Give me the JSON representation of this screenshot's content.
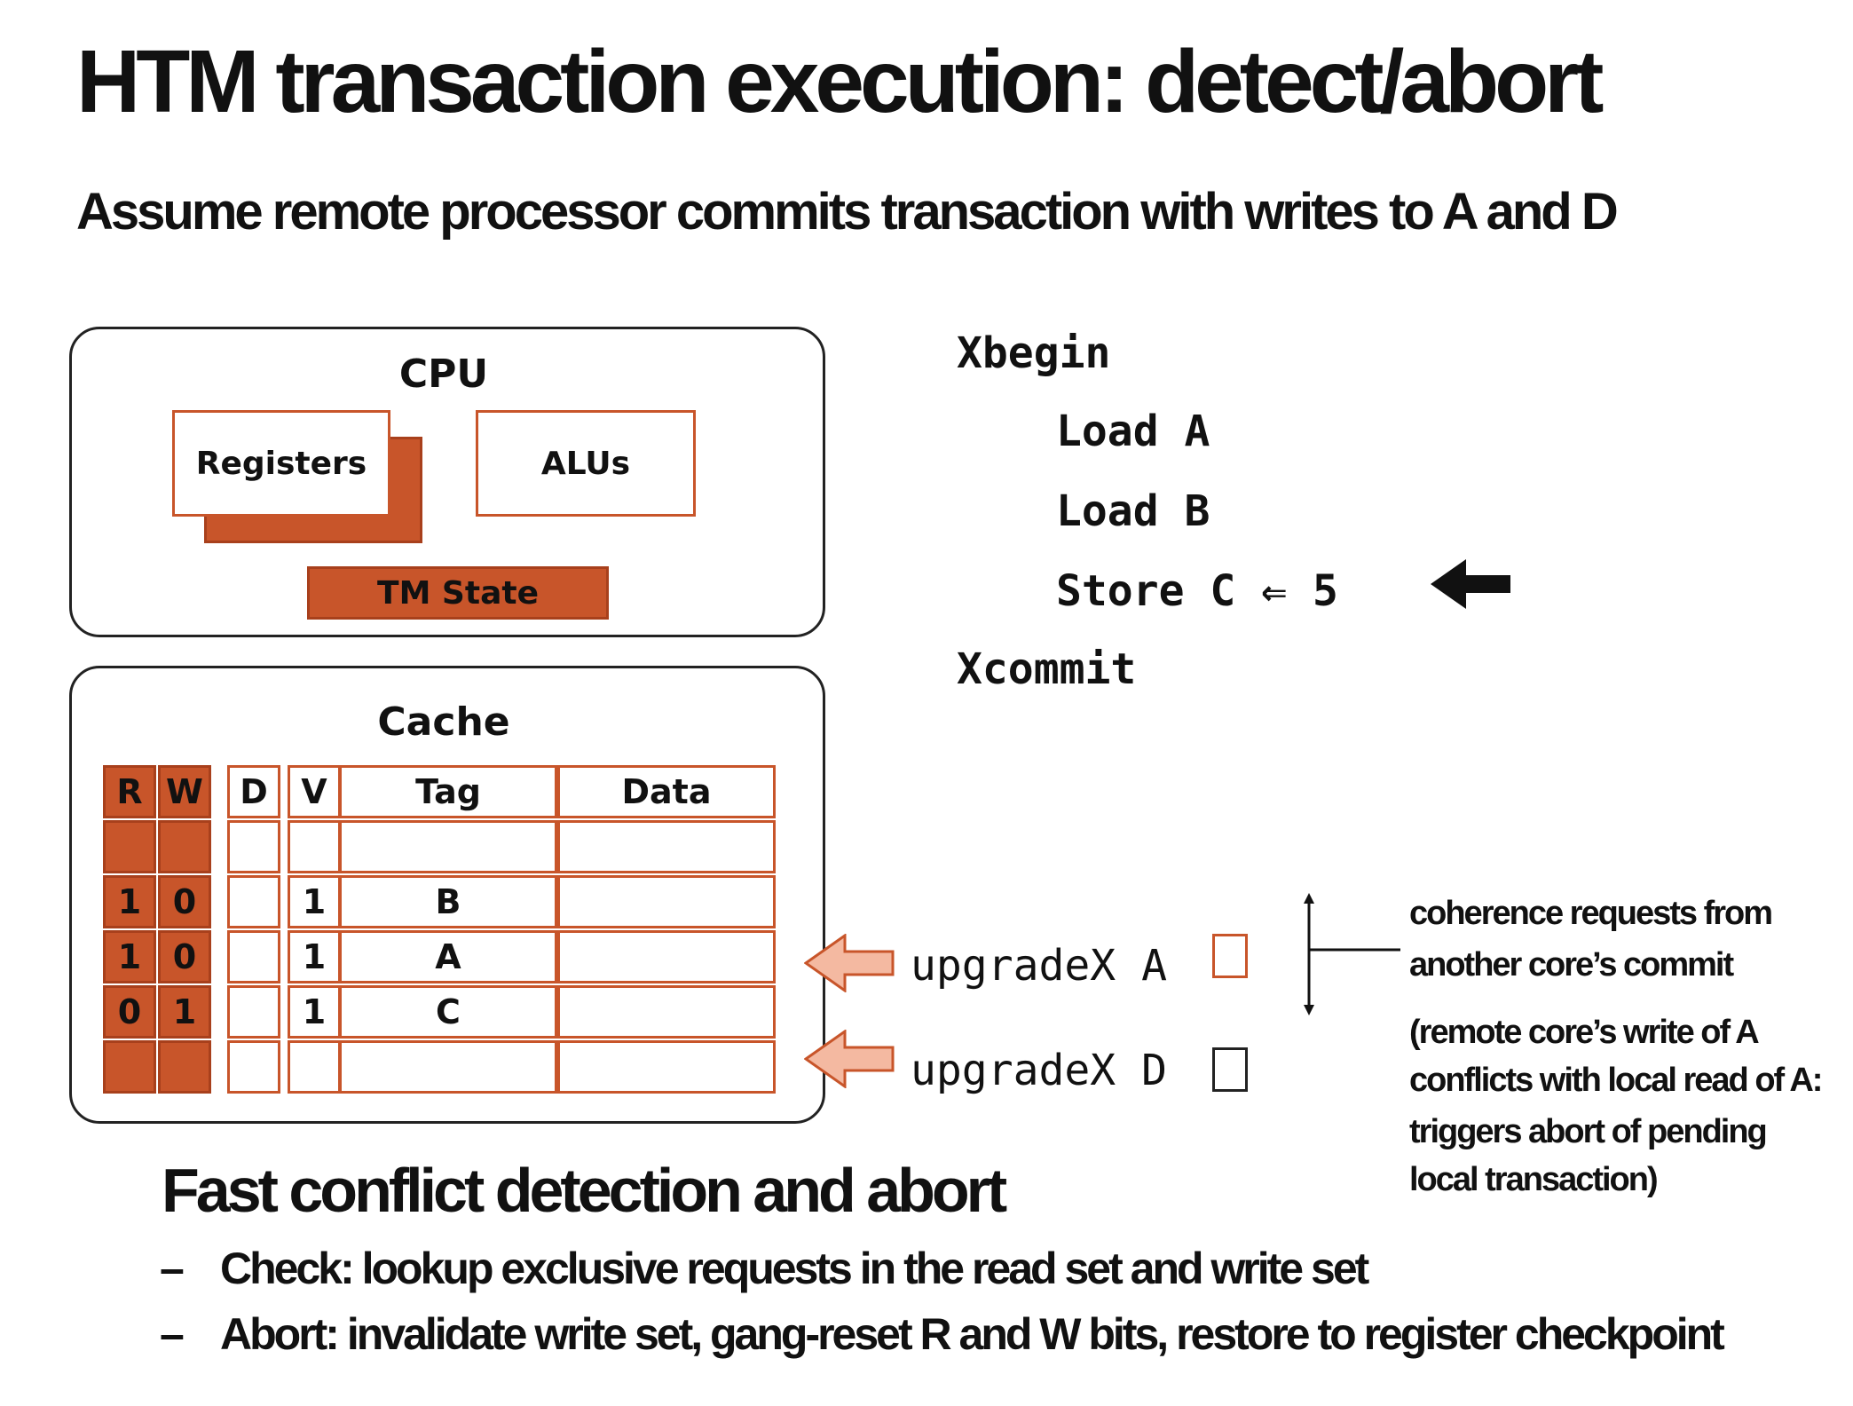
{
  "title": "HTM transaction execution: detect/abort",
  "subtitle": "Assume remote processor commits transaction with writes to A and D",
  "cpu": {
    "label": "CPU",
    "registers": "Registers",
    "alus": "ALUs",
    "tm_state": "TM State"
  },
  "cache": {
    "label": "Cache",
    "headers": [
      "R",
      "W",
      "D",
      "V",
      "Tag",
      "Data"
    ],
    "rows": [
      [
        "",
        "",
        "",
        "",
        "",
        ""
      ],
      [
        "1",
        "0",
        "",
        "1",
        "B",
        ""
      ],
      [
        "1",
        "0",
        "",
        "1",
        "A",
        ""
      ],
      [
        "0",
        "1",
        "",
        "1",
        "C",
        ""
      ],
      [
        "",
        "",
        "",
        "",
        "",
        ""
      ]
    ]
  },
  "code": {
    "lines": [
      "Xbegin",
      "Load A",
      "Load B",
      "Store C ⇐ 5",
      "Xcommit"
    ]
  },
  "requests": [
    "upgradeX A",
    "upgradeX D"
  ],
  "notes": {
    "coherence": [
      "coherence requests from",
      "another core’s commit"
    ],
    "explanation": [
      "(remote core’s write of A",
      "conflicts with local read of A:",
      "triggers abort of pending",
      "local transaction)"
    ]
  },
  "section": {
    "heading": "Fast conflict detection and abort",
    "bullets": [
      "Check: lookup exclusive requests in the read set and write set",
      "Abort: invalidate write set, gang-reset R and W bits, restore to register checkpoint"
    ],
    "dash": "–"
  },
  "colors": {
    "accent": "#c8552a",
    "arrow_fill": "#f4b9a1",
    "text": "#111111"
  }
}
